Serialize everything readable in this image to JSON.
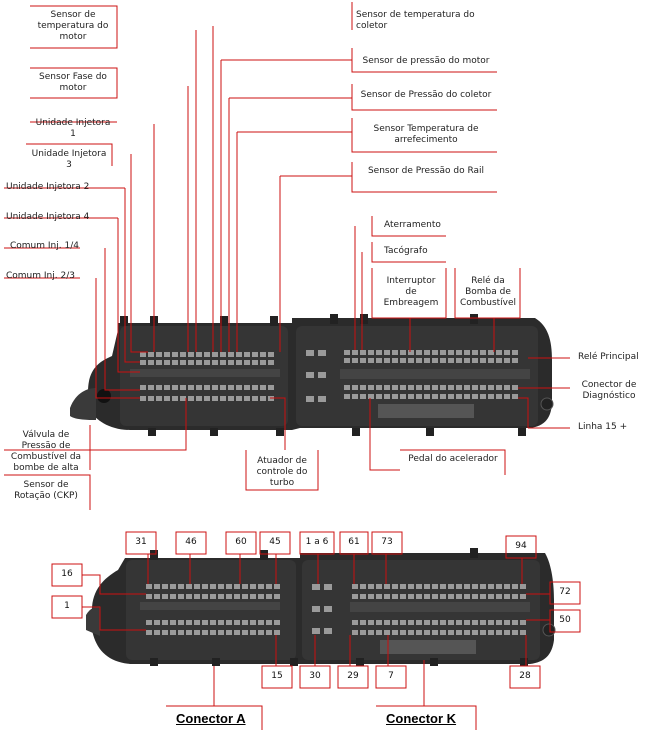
{
  "top_labels": {
    "sensor_temp_motor": "Sensor de temperatura do motor",
    "sensor_temp_coletor": "Sensor de temperatura do coletor",
    "sensor_pressao_motor": "Sensor de pressão do motor",
    "sensor_fase_motor": "Sensor Fase do motor",
    "sensor_pressao_coletor": "Sensor de Pressão do coletor",
    "unidade_injetora_1": "Unidade Injetora 1",
    "sensor_temp_arrefecimento": "Sensor Temperatura de arrefecimento",
    "unidade_injetora_3": "Unidade Injetora 3",
    "sensor_pressao_rail": "Sensor de Pressão do Rail",
    "unidade_injetora_2": "Unidade Injetora 2",
    "unidade_injetora_4": "Unidade Injetora 4",
    "aterramento": "Aterramento",
    "comum_inj_14": "Comum Inj. 1/4",
    "tacografo": "Tacógrafo",
    "comum_inj_23": "Comum Inj. 2/3",
    "interruptor_embreagem": "Interruptor de Embreagem",
    "rele_bomba": "Relé da Bomba de Combustível",
    "rele_principal": "Relé Principal",
    "conector_diagnostico": "Conector de Diagnóstico",
    "linha_15": "Linha 15 +",
    "valvula_pressao": "Válvula de Pressão de Combustível da bombe de alta",
    "atuador_turbo": "Atuador de controle do turbo",
    "pedal_acelerador": "Pedal do acelerador",
    "sensor_rotacao": "Sensor de Rotação (CKP)"
  },
  "pin_labels": {
    "p31": "31",
    "p46": "46",
    "p60": "60",
    "p45": "45",
    "p1a6": "1 a 6",
    "p61": "61",
    "p73": "73",
    "p94": "94",
    "p16": "16",
    "p1": "1",
    "p72": "72",
    "p50": "50",
    "p15": "15",
    "p30": "30",
    "p29": "29",
    "p7": "7",
    "p28": "28"
  },
  "connectors": {
    "a": "Conector A",
    "k": "Conector K"
  },
  "colors": {
    "callout": "#cc1010",
    "body": "#2b2b2b"
  }
}
